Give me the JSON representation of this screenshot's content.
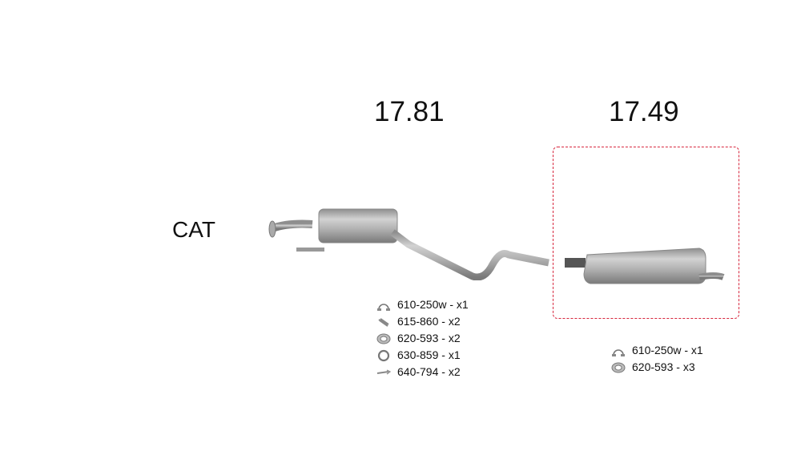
{
  "label_cat": "CAT",
  "parts": [
    {
      "number": "17.81",
      "accessories": [
        {
          "icon": "clamp-icon",
          "text": "610-250w - x1"
        },
        {
          "icon": "spring-icon",
          "text": "615-860 - x2"
        },
        {
          "icon": "rubber-mount-icon",
          "text": "620-593 - x2"
        },
        {
          "icon": "gasket-ring-icon",
          "text": "630-859 - x1"
        },
        {
          "icon": "bolt-icon",
          "text": "640-794 - x2"
        }
      ]
    },
    {
      "number": "17.49",
      "selected": true,
      "accessories": [
        {
          "icon": "clamp-icon",
          "text": "610-250w - x1"
        },
        {
          "icon": "rubber-mount-icon",
          "text": "620-593 - x3"
        }
      ]
    }
  ],
  "colors": {
    "selection": "#d7263d",
    "metal": "#a9a9a9"
  }
}
